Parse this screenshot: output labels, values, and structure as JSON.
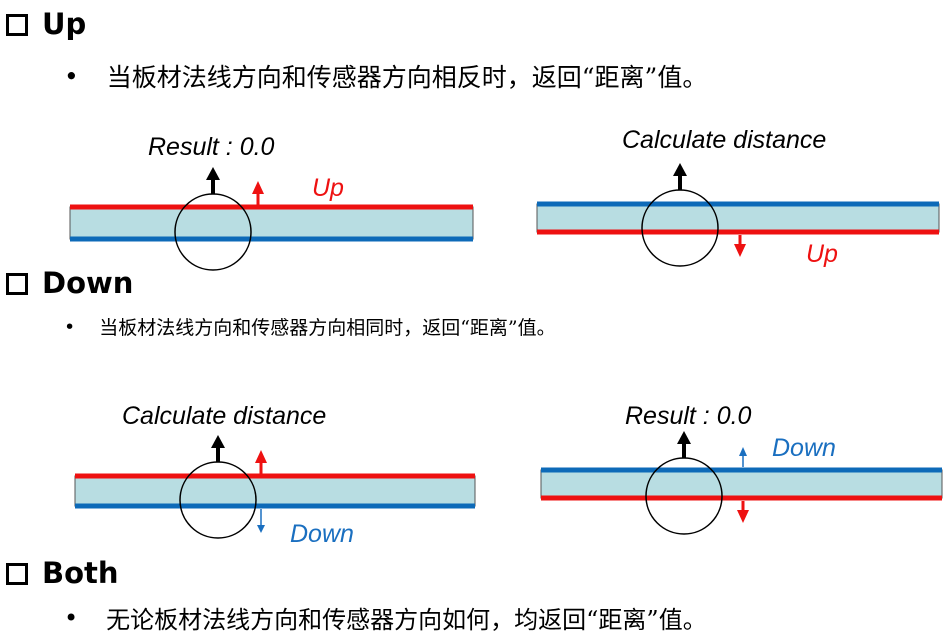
{
  "sections": [
    {
      "title": "Up",
      "description": "当板材法线方向和传感器方向相反时，返回“距离”值。",
      "diagrams": [
        {
          "top_label": "Result : 0.0",
          "normal_label": "Up"
        },
        {
          "top_label": "Calculate distance",
          "normal_label": "Up"
        }
      ]
    },
    {
      "title": "Down",
      "description": "当板材法线方向和传感器方向相同时，返回“距离”值。",
      "diagrams": [
        {
          "top_label": "Calculate distance",
          "normal_label": "Down"
        },
        {
          "top_label": "Result : 0.0",
          "normal_label": "Down"
        }
      ]
    },
    {
      "title": "Both",
      "description": "无论板材法线方向和传感器方向如何，均返回“距离”值。"
    }
  ],
  "colors": {
    "red": "#ee1111",
    "blue": "#0d6ab8",
    "plate": "#b8dde2",
    "label_blue": "#1a6fc0",
    "label_red": "#ee1111"
  },
  "icons": {
    "checkbox": "checkbox-icon",
    "bullet": "bullet-dot-icon"
  }
}
